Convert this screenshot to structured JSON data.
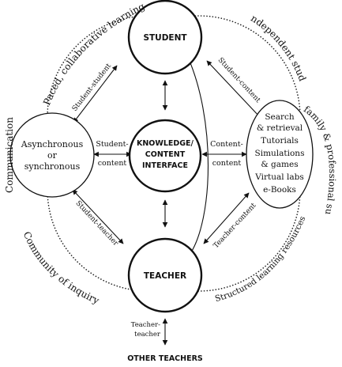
{
  "nodes": {
    "student": "STUDENT",
    "teacher": "TEACHER",
    "interface": [
      "KNOWLEDGE/",
      "CONTENT",
      "INTERFACE"
    ],
    "left": [
      "Asynchronous",
      "or",
      "synchronous"
    ],
    "right": [
      "Search",
      "& retrieval",
      "Tutorials",
      "Simulations",
      "& games",
      "Virtual labs",
      "e-Books"
    ],
    "other_teachers": "OTHER TEACHERS"
  },
  "edges": {
    "student_student": "Student-student",
    "student_content_top": "Student-content",
    "student_content_left": [
      "Student-",
      "content"
    ],
    "content_content": [
      "Content-",
      "content"
    ],
    "student_teacher": "Student-teacher",
    "teacher_content": "Teacher-content",
    "teacher_teacher": [
      "Teacher-",
      "teacher"
    ]
  },
  "outer": {
    "top_left": "Paced, collaborative learning",
    "top_right": "Independent study",
    "left": "Communication",
    "right": "Peer, family & professional support",
    "bottom_left": "Community of inquiry",
    "bottom_right": "Structured learning resources"
  }
}
